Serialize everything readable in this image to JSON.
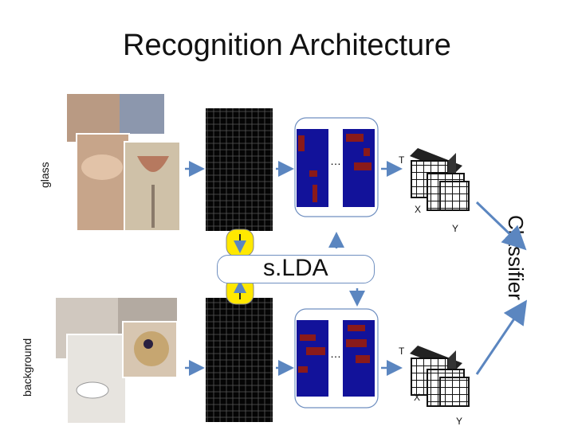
{
  "title": "Recognition Architecture",
  "labels": {
    "glass": "glass",
    "background": "background",
    "classifier": "Classifier",
    "slda": "s.LDA",
    "ellipsis": "…",
    "top_cube": {
      "t": "T",
      "x": "X",
      "y": "Y"
    },
    "bottom_cube": {
      "t": "T",
      "x": "X",
      "y": "Y"
    }
  },
  "colors": {
    "arrow": "#5b86c0",
    "map_blue": "#12129a",
    "map_red": "#8a1a1a",
    "panel_border": "#6f8fc0",
    "feature_bg": "#050505"
  }
}
